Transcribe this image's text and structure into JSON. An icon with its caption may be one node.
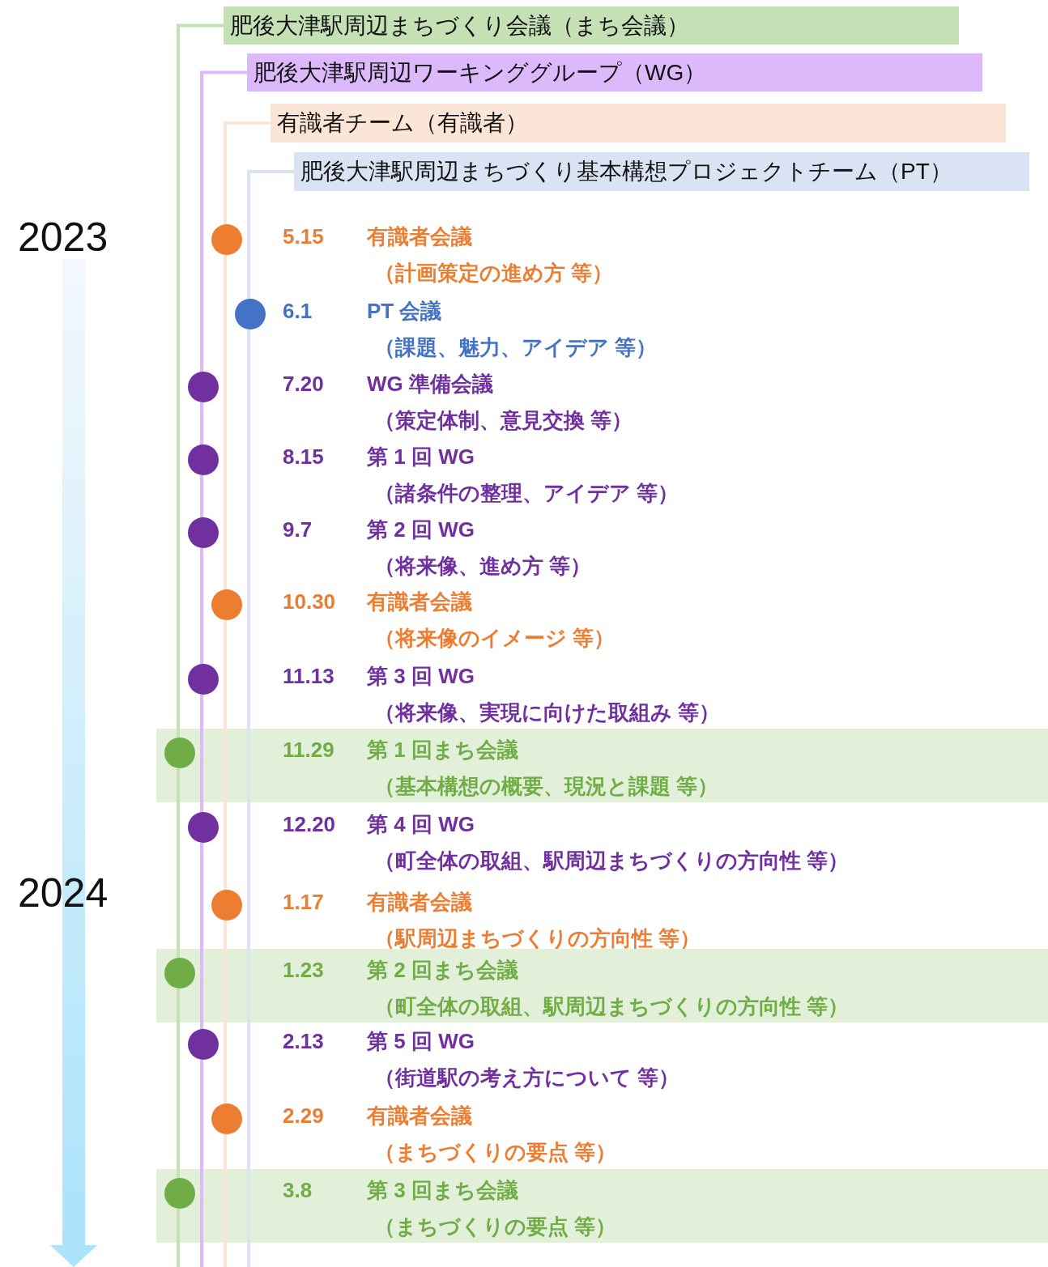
{
  "diagram": {
    "nodes": [
      {
        "text": [
          "肥後大津駅周辺まちづくり会議（まち会議）"
        ]
      },
      {
        "text": [
          "肥後大津駅周辺ワーキンググループ（WG）"
        ]
      },
      {
        "text": [
          "有識者チーム（有識者）"
        ]
      },
      {
        "text": [
          "肥後大津駅周辺まちづくり基本構想プロジェクトチーム（PT）"
        ]
      },
      {
        "text": [],
        "shape": "circle",
        "beside": [
          "5.15",
          "有識者会議",
          "（計画策定の進め方 等）"
        ]
      },
      {
        "text": [],
        "shape": "circle",
        "beside": [
          "6.1",
          "PT 会議",
          "（課題、魅力、アイデア 等）"
        ]
      },
      {
        "text": [],
        "shape": "circle",
        "beside": [
          "7.20",
          "WG 準備会議",
          "（策定体制、意見交換 等）"
        ]
      },
      {
        "text": [],
        "shape": "circle",
        "beside": [
          "8.15",
          "第 1 回 WG",
          "（諸条件の整理、アイデア 等）"
        ]
      },
      {
        "text": [],
        "shape": "circle",
        "beside": [
          "9.7",
          "第 2 回 WG",
          "（将来像、進め方 等）"
        ]
      },
      {
        "text": [],
        "shape": "circle",
        "beside": [
          "10.30",
          "有識者会議",
          "（将来像のイメージ 等）"
        ]
      },
      {
        "text": [],
        "shape": "circle",
        "beside": [
          "11.13",
          "第 3 回 WG",
          "（将来像、実現に向けた取組み 等）"
        ]
      },
      {
        "text": [
          "11.29",
          "第 1 回まち会議",
          "（基本構想の概要、現況と課題 等）"
        ]
      },
      {
        "text": [],
        "shape": "circle",
        "in": 11
      },
      {
        "text": [],
        "shape": "circle",
        "beside": [
          "12.20",
          "第 4 回 WG",
          "（町全体の取組、駅周辺まちづくりの方向性 等）"
        ]
      },
      {
        "text": [],
        "shape": "circle",
        "beside": [
          "1.17",
          "有識者会議",
          "（駅周辺まちづくりの方向性 等）"
        ]
      },
      {
        "text": [
          "1.23",
          "第 2 回まち会議",
          "（町全体の取組、駅周辺まちづくりの方向性 等）"
        ]
      },
      {
        "text": [],
        "shape": "circle",
        "in": 15
      },
      {
        "text": [],
        "shape": "circle",
        "beside": [
          "2.13",
          "第 5 回 WG",
          "（街道駅の考え方について 等）"
        ]
      },
      {
        "text": [],
        "shape": "circle",
        "beside": [
          "2.29",
          "有識者会議",
          "（まちづくりの要点 等）"
        ]
      },
      {
        "text": [
          "3.8",
          "第 3 回まち会議",
          "（まちづくりの要点 等）"
        ]
      },
      {
        "text": [],
        "shape": "circle",
        "in": 19
      }
    ],
    "edges": [
      {
        "from": 0,
        "to": 12,
        "arrow": "none",
        "color": "#c5e0b4"
      },
      {
        "from": 12,
        "to": 16,
        "arrow": "none",
        "color": "#c5e0b4"
      },
      {
        "from": 16,
        "to": 20,
        "arrow": "none",
        "color": "#c5e0b4"
      },
      {
        "from": 20,
        "to": null,
        "arrow": "none",
        "color": "#c5e0b4"
      },
      {
        "from": 1,
        "to": 6,
        "arrow": "none",
        "color": "#dcb9fb"
      },
      {
        "from": 6,
        "to": 7,
        "arrow": "none",
        "color": "#dcb9fb"
      },
      {
        "from": 7,
        "to": 8,
        "arrow": "none",
        "color": "#dcb9fb"
      },
      {
        "from": 8,
        "to": 10,
        "arrow": "none",
        "color": "#dcb9fb"
      },
      {
        "from": 10,
        "to": 13,
        "arrow": "none",
        "color": "#dcb9fb"
      },
      {
        "from": 13,
        "to": 17,
        "arrow": "none",
        "color": "#dcb9fb"
      },
      {
        "from": 17,
        "to": null,
        "arrow": "none",
        "color": "#dcb9fb"
      },
      {
        "from": 2,
        "to": 4,
        "arrow": "none",
        "color": "#fbe5d6"
      },
      {
        "from": 4,
        "to": 9,
        "arrow": "none",
        "color": "#fbe5d6"
      },
      {
        "from": 9,
        "to": 14,
        "arrow": "none",
        "color": "#fbe5d6"
      },
      {
        "from": 14,
        "to": 18,
        "arrow": "none",
        "color": "#fbe5d6"
      },
      {
        "from": 18,
        "to": null,
        "arrow": "none",
        "color": "#fbe5d6"
      },
      {
        "from": 3,
        "to": 5,
        "arrow": "none",
        "color": "#dae3f3"
      },
      {
        "from": 5,
        "to": null,
        "arrow": "none",
        "color": "#dae3f3"
      }
    ],
    "labels": [
      "2023",
      "2024"
    ]
  }
}
